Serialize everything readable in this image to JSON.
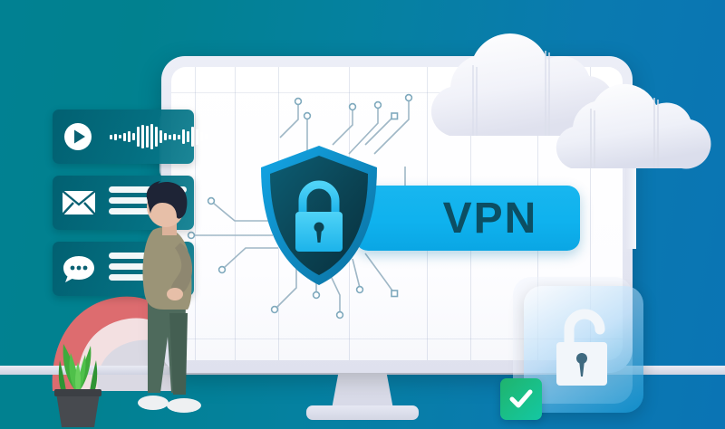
{
  "scene": {
    "title": "VPN security illustration",
    "background": {
      "from": "#018192",
      "to": "#0a74b4"
    }
  },
  "monitor": {
    "label": "desktop-monitor",
    "bezel_color": "#e6e8f3",
    "screen_color": "#ffffff"
  },
  "badge": {
    "vpn_label": "VPN",
    "vpn_text_color": "#0c4e63",
    "vpn_pill_color": "#0fb2ee"
  },
  "shield": {
    "label": "security-shield",
    "body_color": "#0c4655",
    "border_color": "#0f9fe0",
    "lock_color": "#29c3f2"
  },
  "circuit": {
    "label": "circuit-traces",
    "line_color": "#9fb7c6",
    "node_color": "#8fb8c9",
    "node_count": 14
  },
  "cards": [
    {
      "id": "audio",
      "icon": "play-icon",
      "lines": []
    },
    {
      "id": "mail",
      "icon": "envelope-icon",
      "lines": [
        86,
        62,
        74
      ]
    },
    {
      "id": "chat",
      "icon": "chat-bubble-icon",
      "lines": [
        86,
        62,
        74
      ]
    }
  ],
  "waveform": {
    "label": "audio-waveform",
    "bars": [
      5,
      7,
      4,
      9,
      12,
      8,
      22,
      26,
      24,
      28,
      22,
      14,
      8,
      5,
      7,
      5,
      16,
      12,
      22,
      17,
      10,
      6
    ]
  },
  "clouds": {
    "label": "cloud-network",
    "color": "#f4f5fb",
    "count": 2
  },
  "lock_card": {
    "label": "unlocked-padlock-card",
    "lock_color": "#f2f6fa",
    "accent": "#1496d2"
  },
  "check_badge": {
    "label": "verified-check",
    "color": "#19c08a",
    "glyph": "check"
  },
  "person": {
    "label": "standing-person",
    "hair_color": "#1e2436",
    "shirt_color": "#9b9477",
    "pants_color": "#4e6a5c",
    "skin_color": "#e7bfa8",
    "shoe_color": "#eef0f2"
  },
  "plant": {
    "label": "potted-plant",
    "leaf_color": "#3faa3c",
    "pot_color": "#474a4f"
  },
  "blob": {
    "label": "decorative-blob",
    "color": "#f06a6c"
  },
  "tiles": {
    "label": "app-tiles",
    "color": "#79b5e9",
    "count": 3
  }
}
